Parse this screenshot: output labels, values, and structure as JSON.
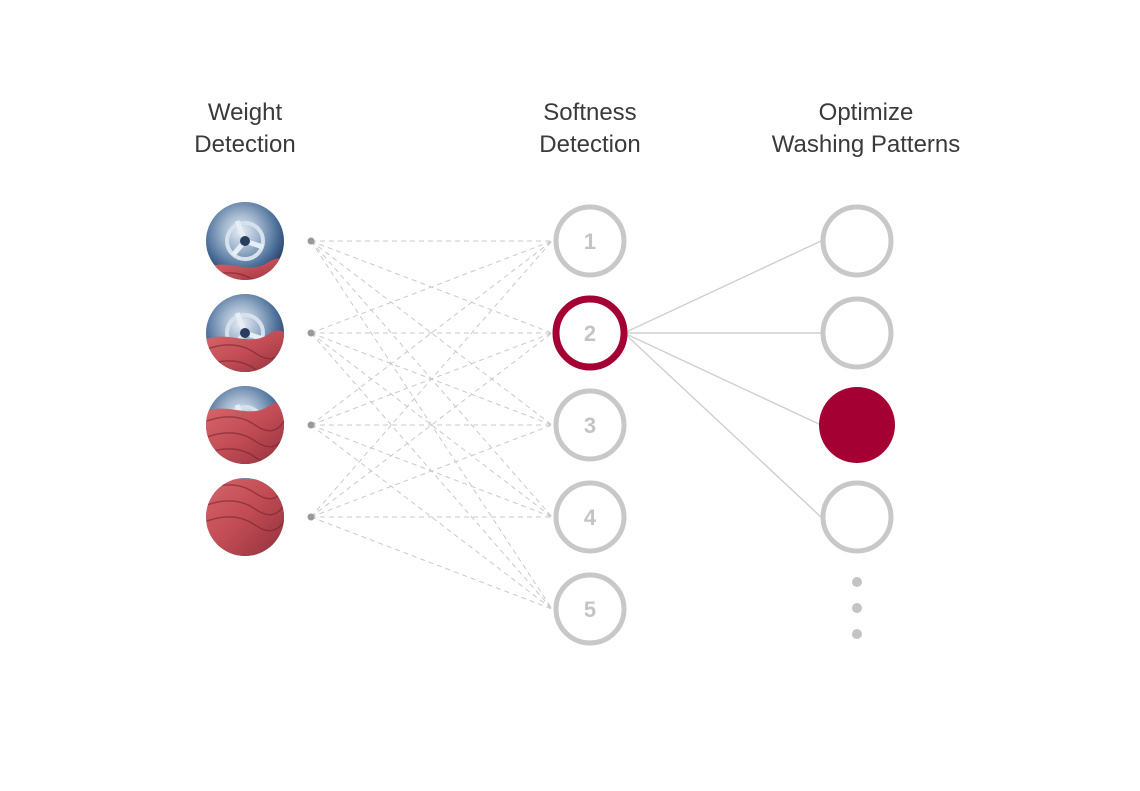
{
  "columns": {
    "weight": {
      "title": "Weight\nDetection"
    },
    "softness": {
      "title": "Softness\nDetection"
    },
    "patterns": {
      "title": "Optimize\nWashing Patterns"
    }
  },
  "weight_levels": [
    {
      "name": "load-level-1",
      "fill_fraction": 0.2
    },
    {
      "name": "load-level-2",
      "fill_fraction": 0.45
    },
    {
      "name": "load-level-3",
      "fill_fraction": 0.7
    },
    {
      "name": "load-level-4",
      "fill_fraction": 1.0
    }
  ],
  "softness_nodes": [
    "1",
    "2",
    "3",
    "4",
    "5"
  ],
  "selected_softness": "2",
  "pattern_nodes": 4,
  "selected_pattern_index": 2,
  "more_patterns_indicator": true,
  "colors": {
    "accent": "#a50034",
    "node_stroke": "#c8c8c8",
    "connector": "#c9c9c9",
    "fabric": "#c9545a",
    "drum": "#4b6f99"
  }
}
